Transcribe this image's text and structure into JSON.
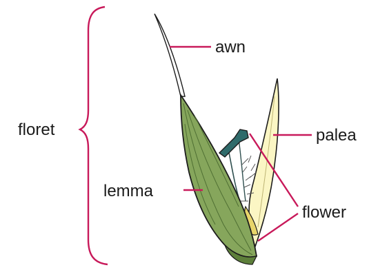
{
  "labels": {
    "floret": "floret",
    "awn": "awn",
    "palea": "palea",
    "lemma": "lemma",
    "flower": "flower"
  },
  "colors": {
    "leader_line": "#c8195a",
    "brace": "#c8195a",
    "lemma_fill": "#86a65c",
    "lemma_dark": "#4f6f33",
    "palea_fill": "#fbf6c4",
    "palea_edge": "#3a3a1a",
    "stigma": "#2f6b6b",
    "anther": "#e8d56a",
    "outline": "#1c1c1c"
  }
}
